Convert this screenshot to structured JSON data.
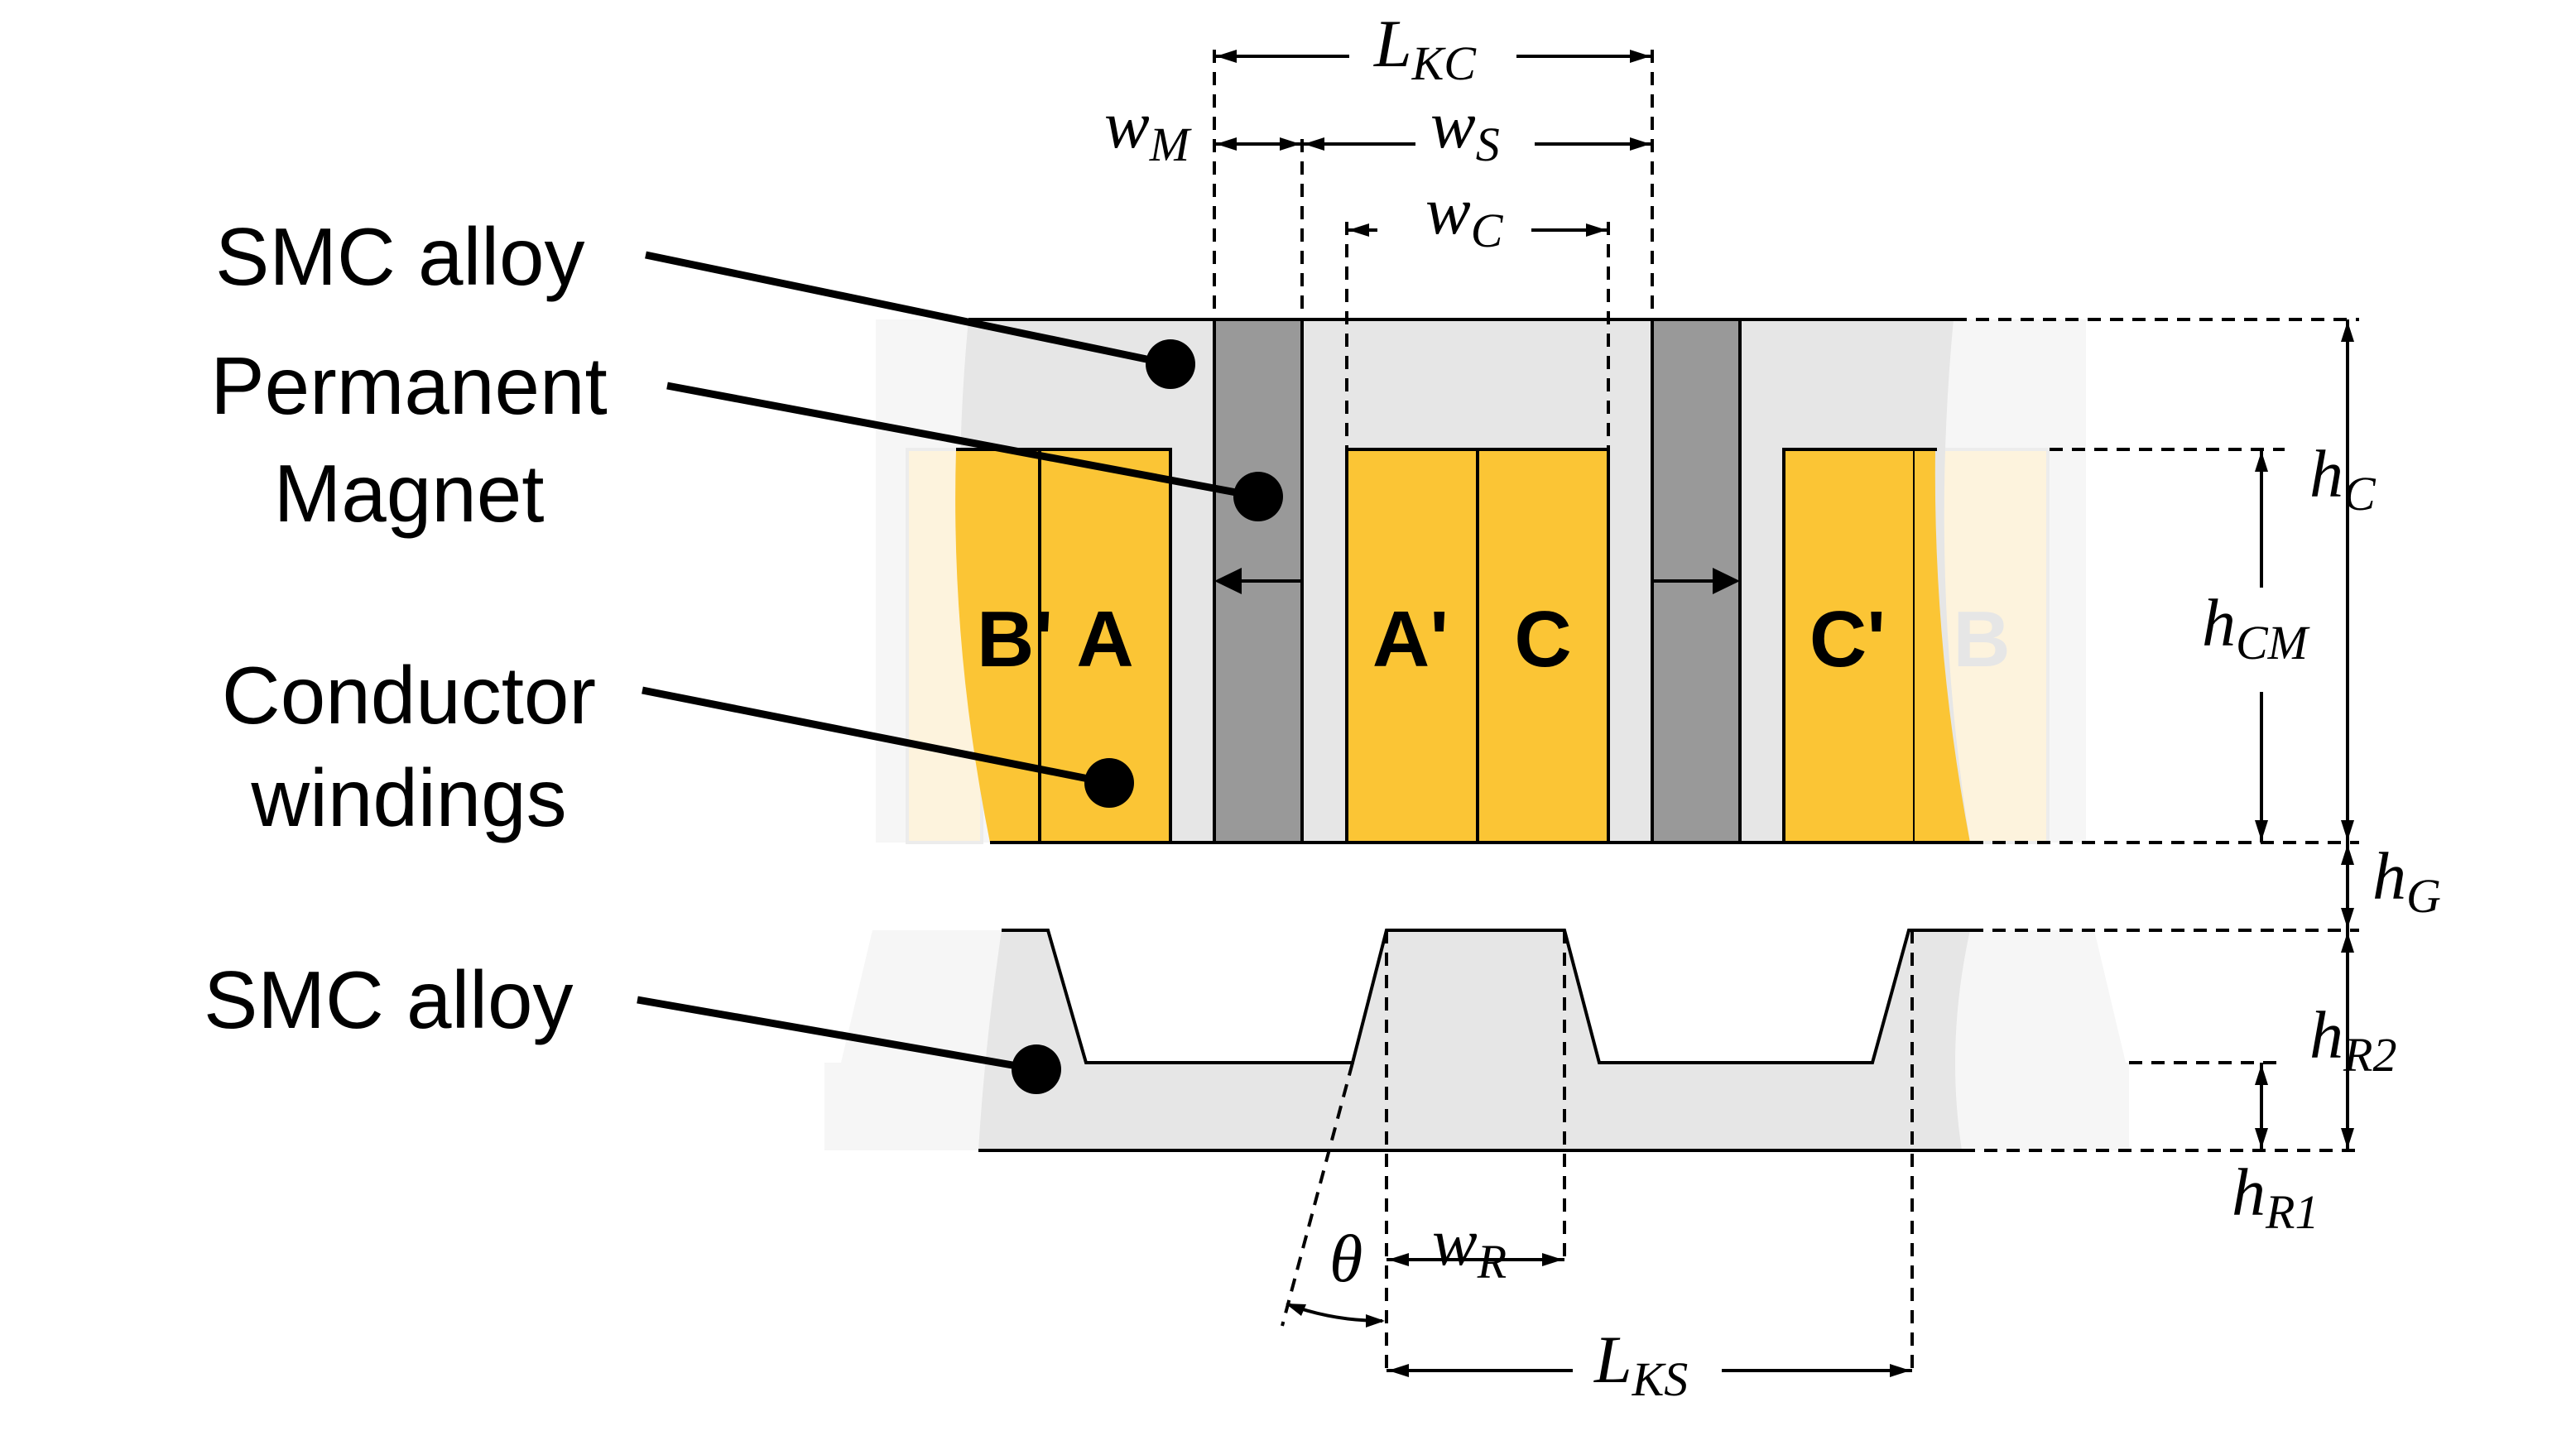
{
  "callouts": {
    "smc_top": "SMC alloy",
    "pm_line1": "Permanent",
    "pm_line2": "Magnet",
    "cw_line1": "Conductor",
    "cw_line2": "windings",
    "smc_bottom": "SMC alloy"
  },
  "phases": {
    "b_prime": "B'",
    "a": "A",
    "a_prime": "A'",
    "c": "C",
    "c_prime": "C'",
    "b": "B"
  },
  "dimensions": {
    "L_KC": {
      "base": "L",
      "sub": "KC"
    },
    "w_M": {
      "base": "w",
      "sub": "M"
    },
    "w_S": {
      "base": "w",
      "sub": "S"
    },
    "w_C": {
      "base": "w",
      "sub": "C"
    },
    "h_C": {
      "base": "h",
      "sub": "C"
    },
    "h_CM": {
      "base": "h",
      "sub": "CM"
    },
    "h_G": {
      "base": "h",
      "sub": "G"
    },
    "h_R2": {
      "base": "h",
      "sub": "R",
      "sub2": "2"
    },
    "h_R1": {
      "base": "h",
      "sub": "R",
      "sub2": "1"
    },
    "theta": {
      "base": "θ"
    },
    "w_R": {
      "base": "w",
      "sub": "R"
    },
    "L_KS": {
      "base": "L",
      "sub": "KS"
    }
  },
  "colors": {
    "smc": "#e6e6e6",
    "magnet": "#999999",
    "winding": "#fbc535",
    "faded_winding": "#fdf3dd",
    "faded_smc": "#f6f6f6"
  }
}
